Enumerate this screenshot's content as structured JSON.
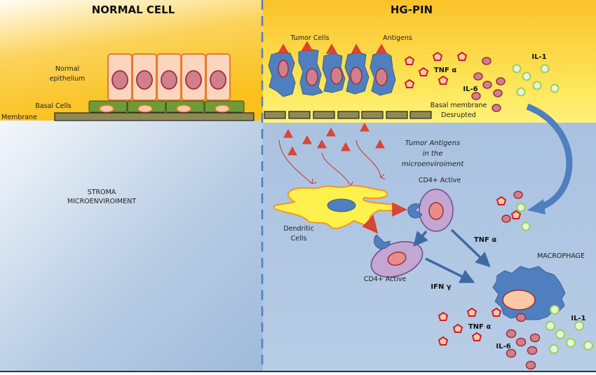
{
  "panels": {
    "left": {
      "title": "NORMAL CELL",
      "labels": {
        "epithelium_line1": "Normal",
        "epithelium_line2": "epithelium",
        "basal_cells": "Basal Cells",
        "membrane": "Membrane",
        "stroma_line1": "STROMA",
        "stroma_line2": "MICROENVIROIMENT"
      }
    },
    "right": {
      "title": "HG-PIN",
      "labels": {
        "tumor_cells": "Tumor Cells",
        "antigens": "Antigens",
        "tnf_top": "TNF α",
        "il6_top": "IL-6",
        "il1_top": "IL-1",
        "basal_membrane_line1": "Basal membrane",
        "basal_membrane_line2": "Desrupted",
        "tumor_antigens_line1": "Tumor Antigens",
        "tumor_antigens_line2": "in the",
        "tumor_antigens_line3": "microenviroiment",
        "cd4_active_1": "CD4+ Active",
        "cd4_active_2": "CD4+ Active",
        "dendritic_line1": "Dendritic",
        "dendritic_line2": "Cells",
        "tnf_arrow": "TNF α",
        "ifn_arrow": "IFN γ",
        "macrophage": "MACROPHAGE",
        "tnf_bottom": "TNF α",
        "il6_bottom": "IL-6",
        "il1_bottom": "IL-1"
      }
    }
  },
  "colors": {
    "epithelium_fill": "#fbd5bd",
    "epithelium_stroke": "#e8792a",
    "nucleus_fill": "#d27f8c",
    "nucleus_stroke": "#9a2f3c",
    "basal_fill": "#6e9a3a",
    "membrane_fill": "#8f8a55",
    "tumor_blue": "#4f7fbf",
    "antigen_red": "#e8352b",
    "il1_green": "#9ad255",
    "dendritic_yellow": "#fff14d",
    "cd4_purple": "#c3a6d2",
    "divider_blue": "#4f7fbf"
  }
}
